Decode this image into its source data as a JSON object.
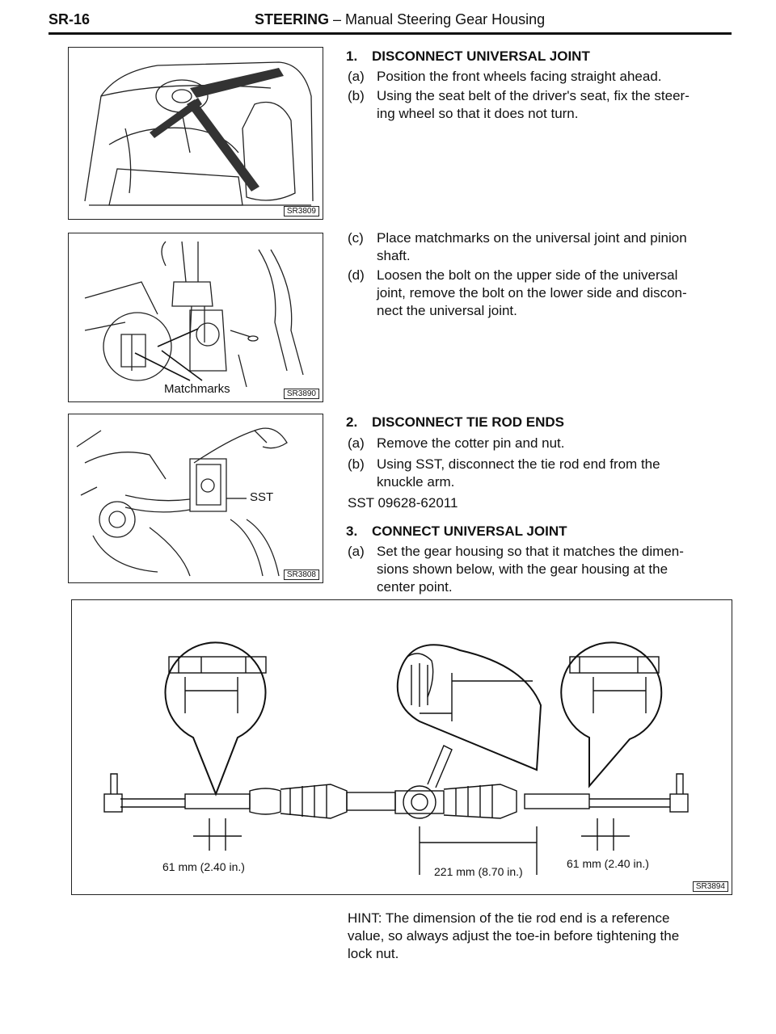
{
  "header": {
    "code": "SR-16",
    "title_bold": "STEERING",
    "title_rest": " – Manual Steering Gear Housing"
  },
  "figures": {
    "fig1": {
      "code": "SR3809"
    },
    "fig2": {
      "code": "SR3890",
      "callout": "Matchmarks"
    },
    "fig3": {
      "code": "SR3808",
      "callout": "SST"
    },
    "fig4": {
      "code": "SR3894",
      "dim_left": "61 mm (2.40 in.)",
      "dim_center": "221 mm (8.70 in.)",
      "dim_right": "61 mm (2.40 in.)"
    }
  },
  "steps": [
    {
      "num": "1.",
      "title": "DISCONNECT UNIVERSAL JOINT",
      "subs": [
        {
          "letter": "(a)",
          "line1": "Position the front wheels facing straight ahead.",
          "line2": ""
        },
        {
          "letter": "(b)",
          "line1": "Using the seat belt of the driver's seat, fix the steer-",
          "line2": "ing wheel so that it does not turn."
        },
        {
          "letter": "(c)",
          "line1": "Place matchmarks on the universal joint and pinion",
          "line2": "shaft."
        },
        {
          "letter": "(d)",
          "line1": "Loosen the bolt on the upper side of the universal",
          "line2": "joint, remove the bolt on the lower side and discon-",
          "line3": "nect the universal joint."
        }
      ]
    },
    {
      "num": "2.",
      "title": "DISCONNECT TIE ROD ENDS",
      "subs": [
        {
          "letter": "(a)",
          "line1": "Remove the cotter pin and nut.",
          "line2": ""
        },
        {
          "letter": "(b)",
          "line1": "Using SST, disconnect the tie rod end from the",
          "line2": "knuckle arm."
        }
      ],
      "sst": "SST 09628-62011"
    },
    {
      "num": "3.",
      "title": "CONNECT UNIVERSAL JOINT",
      "subs": [
        {
          "letter": "(a)",
          "line1": "Set the gear housing so that it matches the dimen-",
          "line2": "sions shown below, with the gear housing at the",
          "line3": "center point."
        }
      ]
    }
  ],
  "hint": {
    "line1": "HINT:  The dimension of the tie rod end is a reference",
    "line2": "value, so always adjust the toe-in before tightening the",
    "line3": "lock nut."
  }
}
